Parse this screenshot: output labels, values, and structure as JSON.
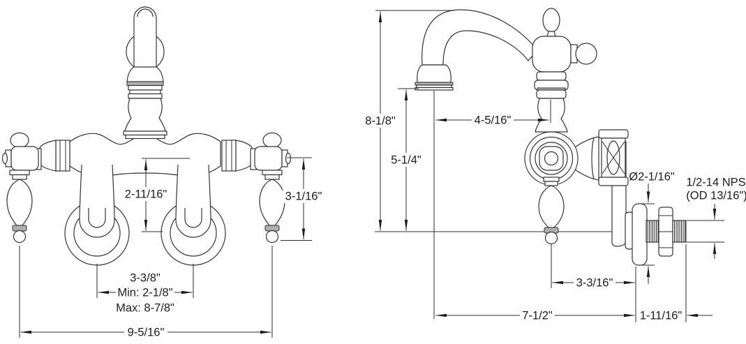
{
  "front_view": {
    "spout_to_outlet_drop": "2-11/16\"",
    "handle_drop": "3-1/16\"",
    "faucet_centers": "3-3/8\"",
    "faucet_centers_min": "Min: 2-1/8\"",
    "faucet_centers_max": "Max: 8-7/8\"",
    "overall_width": "9-5/16\""
  },
  "side_view": {
    "overall_height": "8-1/8\"",
    "spout_height": "5-1/4\"",
    "spout_reach": "4-5/16\"",
    "escutcheon_diameter": "Ø2-1/16\"",
    "thread_spec": "1/2-14 NPS",
    "thread_od": "(OD 13/16\")",
    "handle_to_wall": "3-3/16\"",
    "overall_depth": "7-1/2\"",
    "nipple_length": "1-11/16\""
  }
}
